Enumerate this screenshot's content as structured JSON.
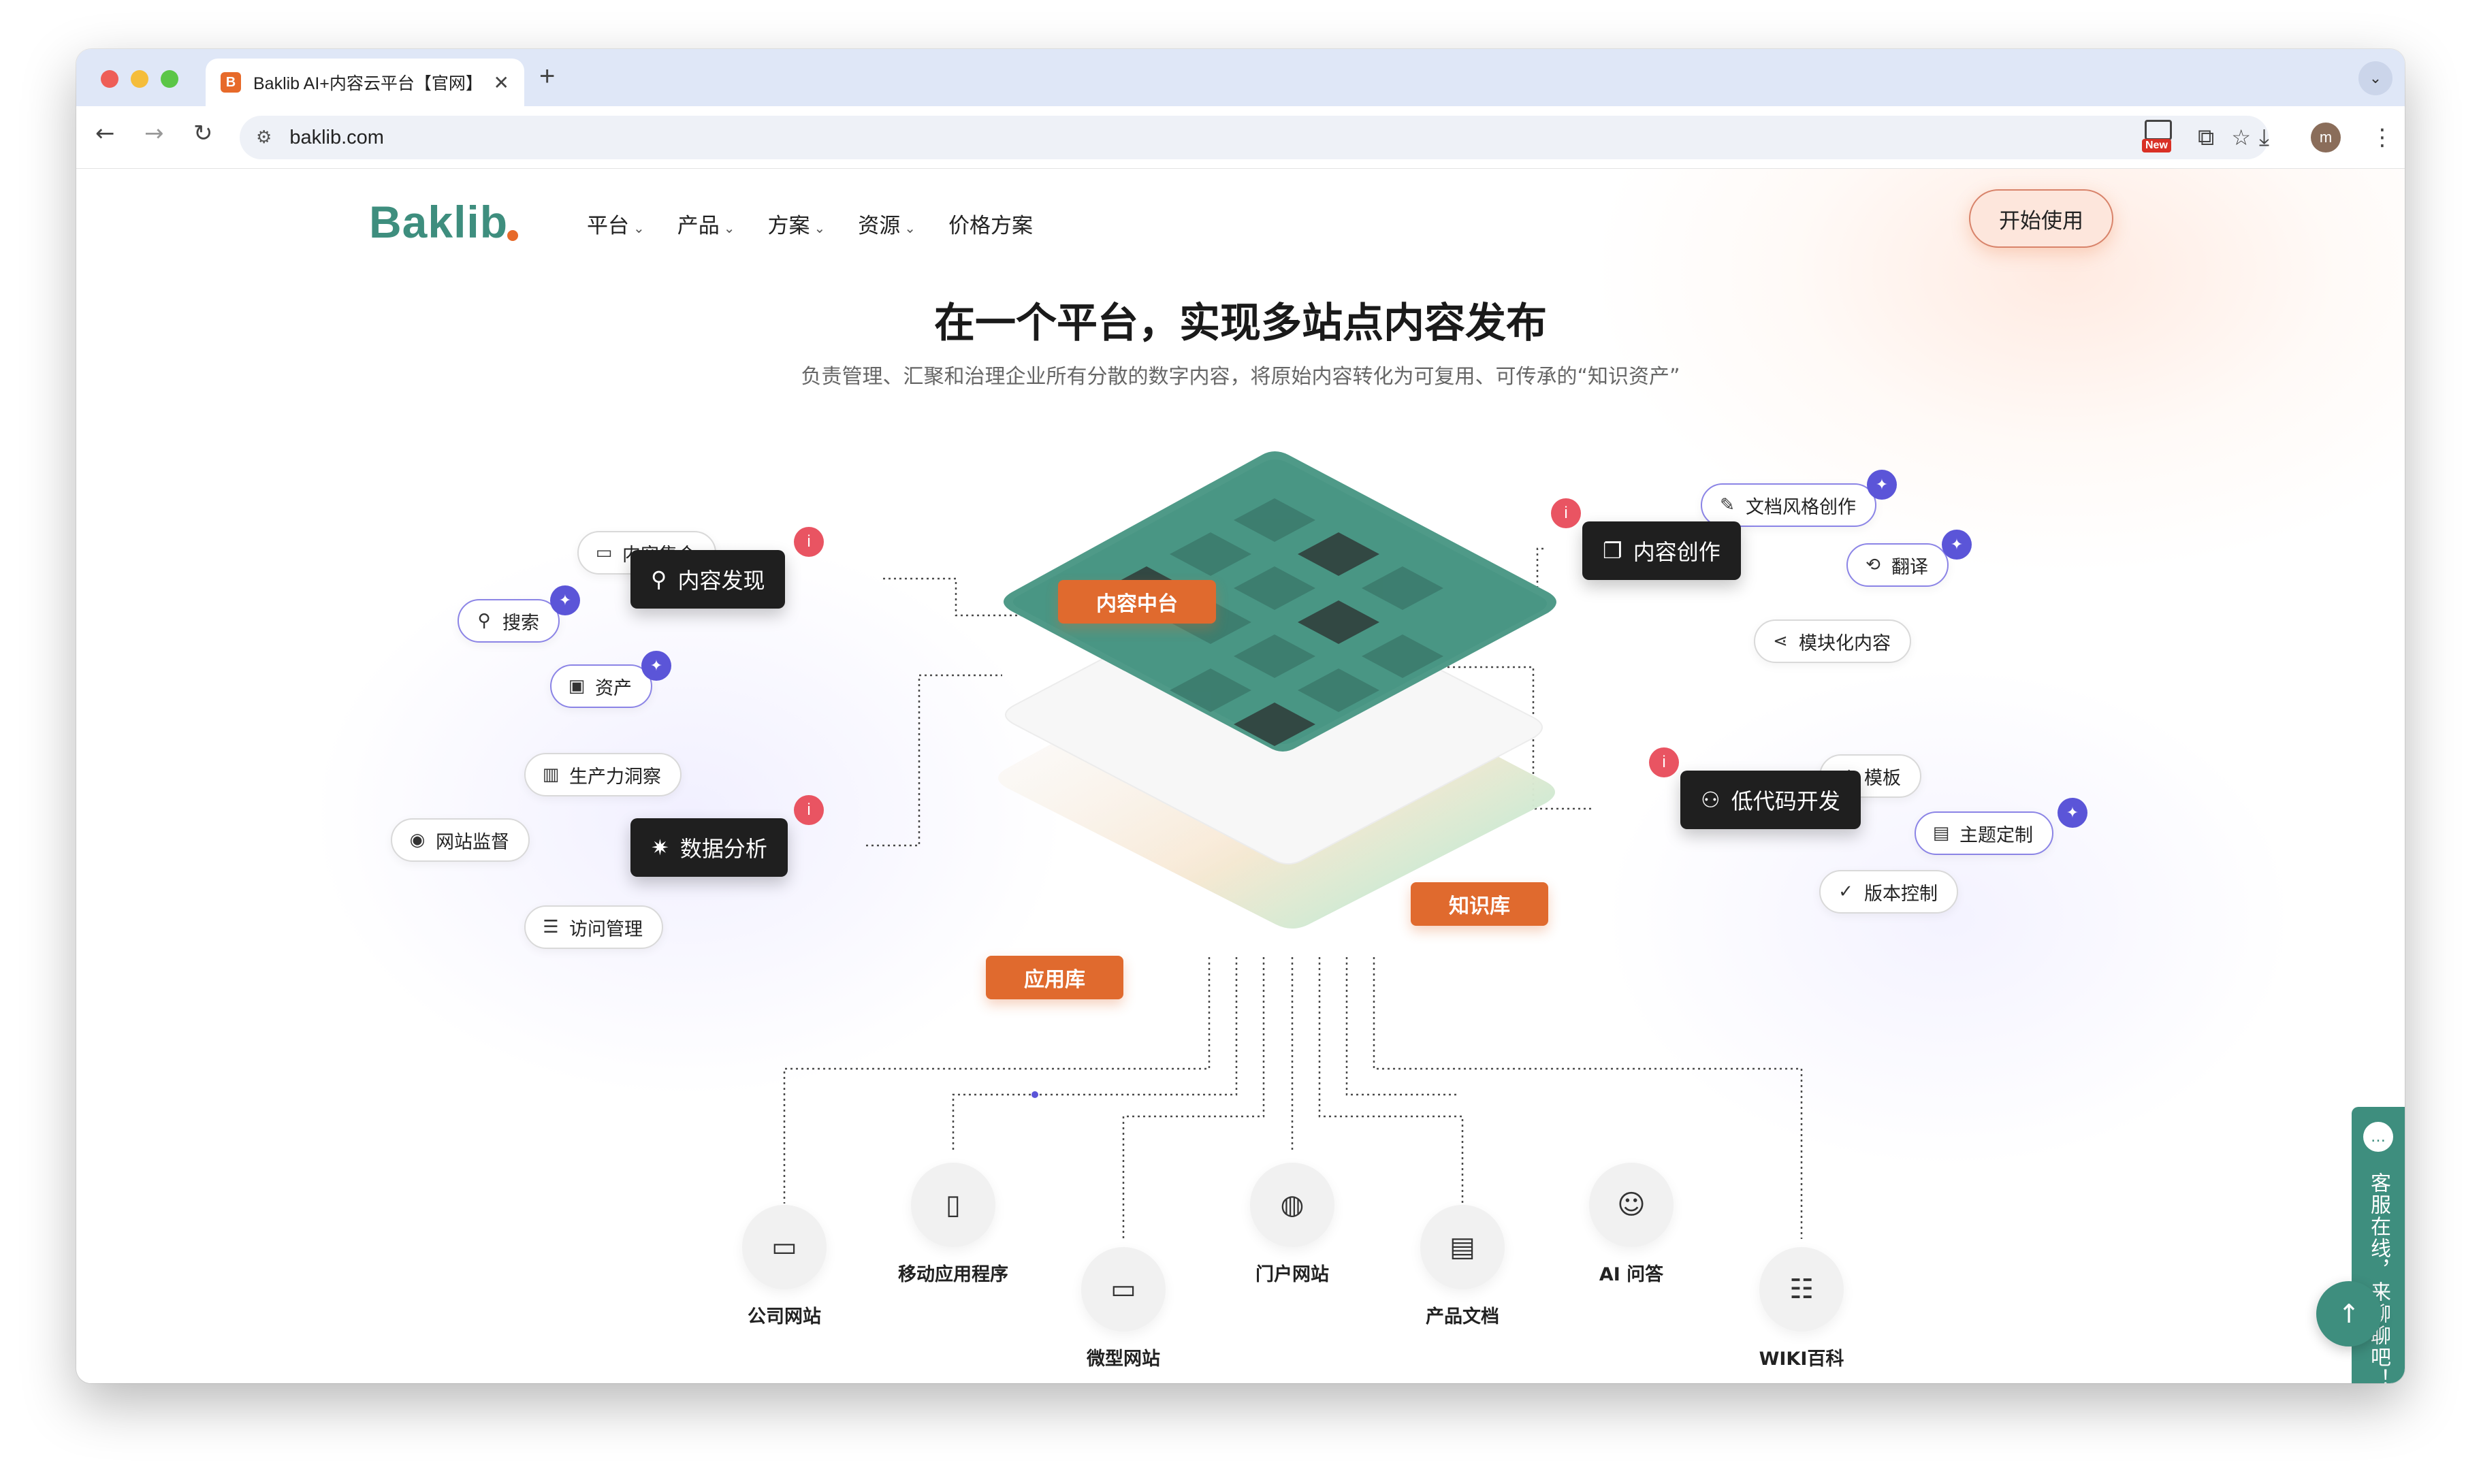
{
  "browser": {
    "tab_title": "Baklib AI+内容云平台【官网】",
    "favicon_letter": "B",
    "url": "baklib.com",
    "new_badge": "New",
    "profile_initial": "m"
  },
  "site": {
    "logo": "Baklib",
    "nav": [
      {
        "label": "平台",
        "has_menu": true
      },
      {
        "label": "产品",
        "has_menu": true
      },
      {
        "label": "方案",
        "has_menu": true
      },
      {
        "label": "资源",
        "has_menu": true
      },
      {
        "label": "价格方案",
        "has_menu": false
      }
    ],
    "cta": "开始使用"
  },
  "hero": {
    "title": "在一个平台，实现多站点内容发布",
    "subtitle": "负责管理、汇聚和治理企业所有分散的数字内容，将原始内容转化为可复用、可传承的“知识资产”"
  },
  "diagram": {
    "hubs": {
      "content_center": "内容中台",
      "knowledge_base": "知识库",
      "app_library": "应用库"
    },
    "nodes": {
      "discovery": "内容发现",
      "analytics": "数据分析",
      "creation": "内容创作",
      "lowcode": "低代码开发"
    },
    "discovery_pills": {
      "collection": "内容集合",
      "search": "搜索",
      "assets": "资产"
    },
    "analytics_pills": {
      "productivity": "生产力洞察",
      "monitor": "网站监督",
      "access": "访问管理"
    },
    "creation_pills": {
      "style": "文档风格创作",
      "translate": "翻译",
      "modular": "模块化内容"
    },
    "lowcode_pills": {
      "template": "模板",
      "theme": "主题定制",
      "version": "版本控制"
    },
    "info_mark": "i",
    "outputs": [
      {
        "label": "公司网站",
        "icon": "browser-icon"
      },
      {
        "label": "移动应用程序",
        "icon": "mobile-icon"
      },
      {
        "label": "微型网站",
        "icon": "browser-icon"
      },
      {
        "label": "门户网站",
        "icon": "globe-icon"
      },
      {
        "label": "产品文档",
        "icon": "document-icon"
      },
      {
        "label": "AI 问答",
        "icon": "chat-icon"
      },
      {
        "label": "WIKI百科",
        "icon": "database-icon"
      }
    ]
  },
  "support": {
    "label": "客服在线，来聊聊吧！"
  },
  "colors": {
    "brand_green": "#3e8e7e",
    "accent_orange": "#e06a2e",
    "node_dark": "#1f1f1f",
    "ai_purple": "#5b55d8",
    "info_red": "#e95462"
  }
}
